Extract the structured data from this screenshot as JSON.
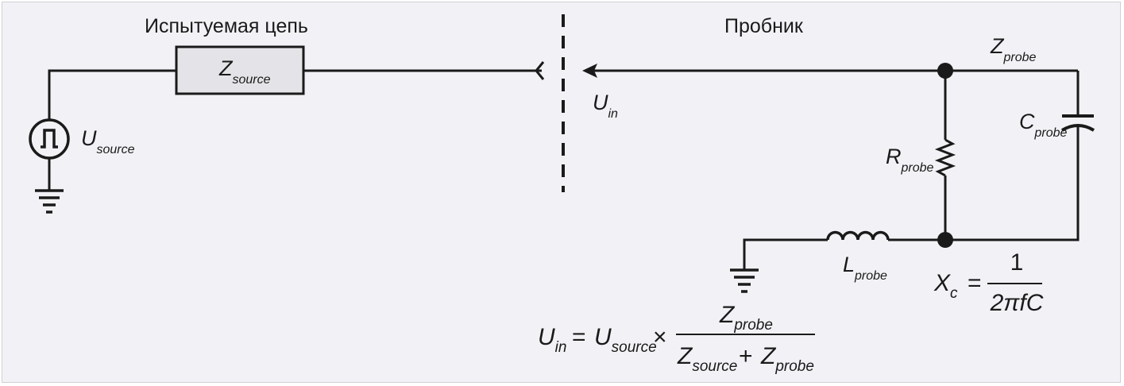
{
  "headings": {
    "circuit_under_test": "Испытуемая цепь",
    "probe": "Пробник"
  },
  "source": {
    "z_main": "Z",
    "z_sub": "source",
    "u_main": "U",
    "u_sub": "source"
  },
  "input": {
    "u_main": "U",
    "u_sub": "in"
  },
  "probe": {
    "z_main": "Z",
    "z_sub": "probe",
    "c_main": "C",
    "c_sub": "probe",
    "r_main": "R",
    "r_sub": "probe",
    "l_main": "L",
    "l_sub": "probe"
  },
  "reactance_formula": {
    "x_main": "X",
    "x_sub": "c",
    "equals": "=",
    "numerator": "1",
    "denominator": "2πfC"
  },
  "voltage_formula": {
    "lhs_main": "U",
    "lhs_sub": "in",
    "equals": "=",
    "u_main": "U",
    "u_sub": "source",
    "times": "×",
    "num_main": "Z",
    "num_sub": "probe",
    "den1_main": "Z",
    "den1_sub": "source",
    "plus": "+",
    "den2_main": "Z",
    "den2_sub": "probe"
  },
  "colors": {
    "background": "#f2f2f6",
    "line": "#1a1a1a",
    "box_fill": "#e4e4e8"
  }
}
